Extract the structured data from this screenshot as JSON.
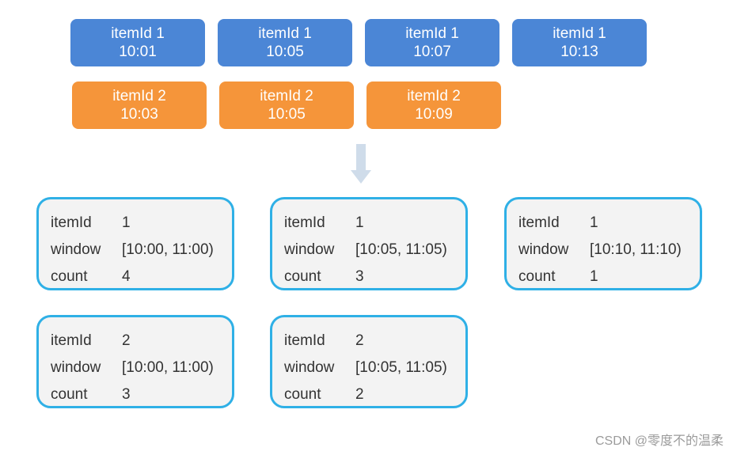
{
  "events": {
    "item1": [
      {
        "id": "itemId 1",
        "time": "10:01"
      },
      {
        "id": "itemId 1",
        "time": "10:05"
      },
      {
        "id": "itemId 1",
        "time": "10:07"
      },
      {
        "id": "itemId 1",
        "time": "10:13"
      }
    ],
    "item2": [
      {
        "id": "itemId 2",
        "time": "10:03"
      },
      {
        "id": "itemId 2",
        "time": "10:05"
      },
      {
        "id": "itemId 2",
        "time": "10:09"
      }
    ]
  },
  "colors": {
    "item1": "#4b86d6",
    "item2": "#f5953a",
    "window_border": "#2fb0e6",
    "arrow": "#cfdcea"
  },
  "labels": {
    "itemId": "itemId",
    "window": "window",
    "count": "count"
  },
  "windows": [
    {
      "itemId": "1",
      "window": "[10:00, 11:00)",
      "count": "4"
    },
    {
      "itemId": "1",
      "window": "[10:05, 11:05)",
      "count": "3"
    },
    {
      "itemId": "1",
      "window": "[10:10, 11:10)",
      "count": "1"
    },
    {
      "itemId": "2",
      "window": "[10:00, 11:00)",
      "count": "3"
    },
    {
      "itemId": "2",
      "window": "[10:05, 11:05)",
      "count": "2"
    }
  ],
  "watermark": "CSDN @零度不的温柔"
}
